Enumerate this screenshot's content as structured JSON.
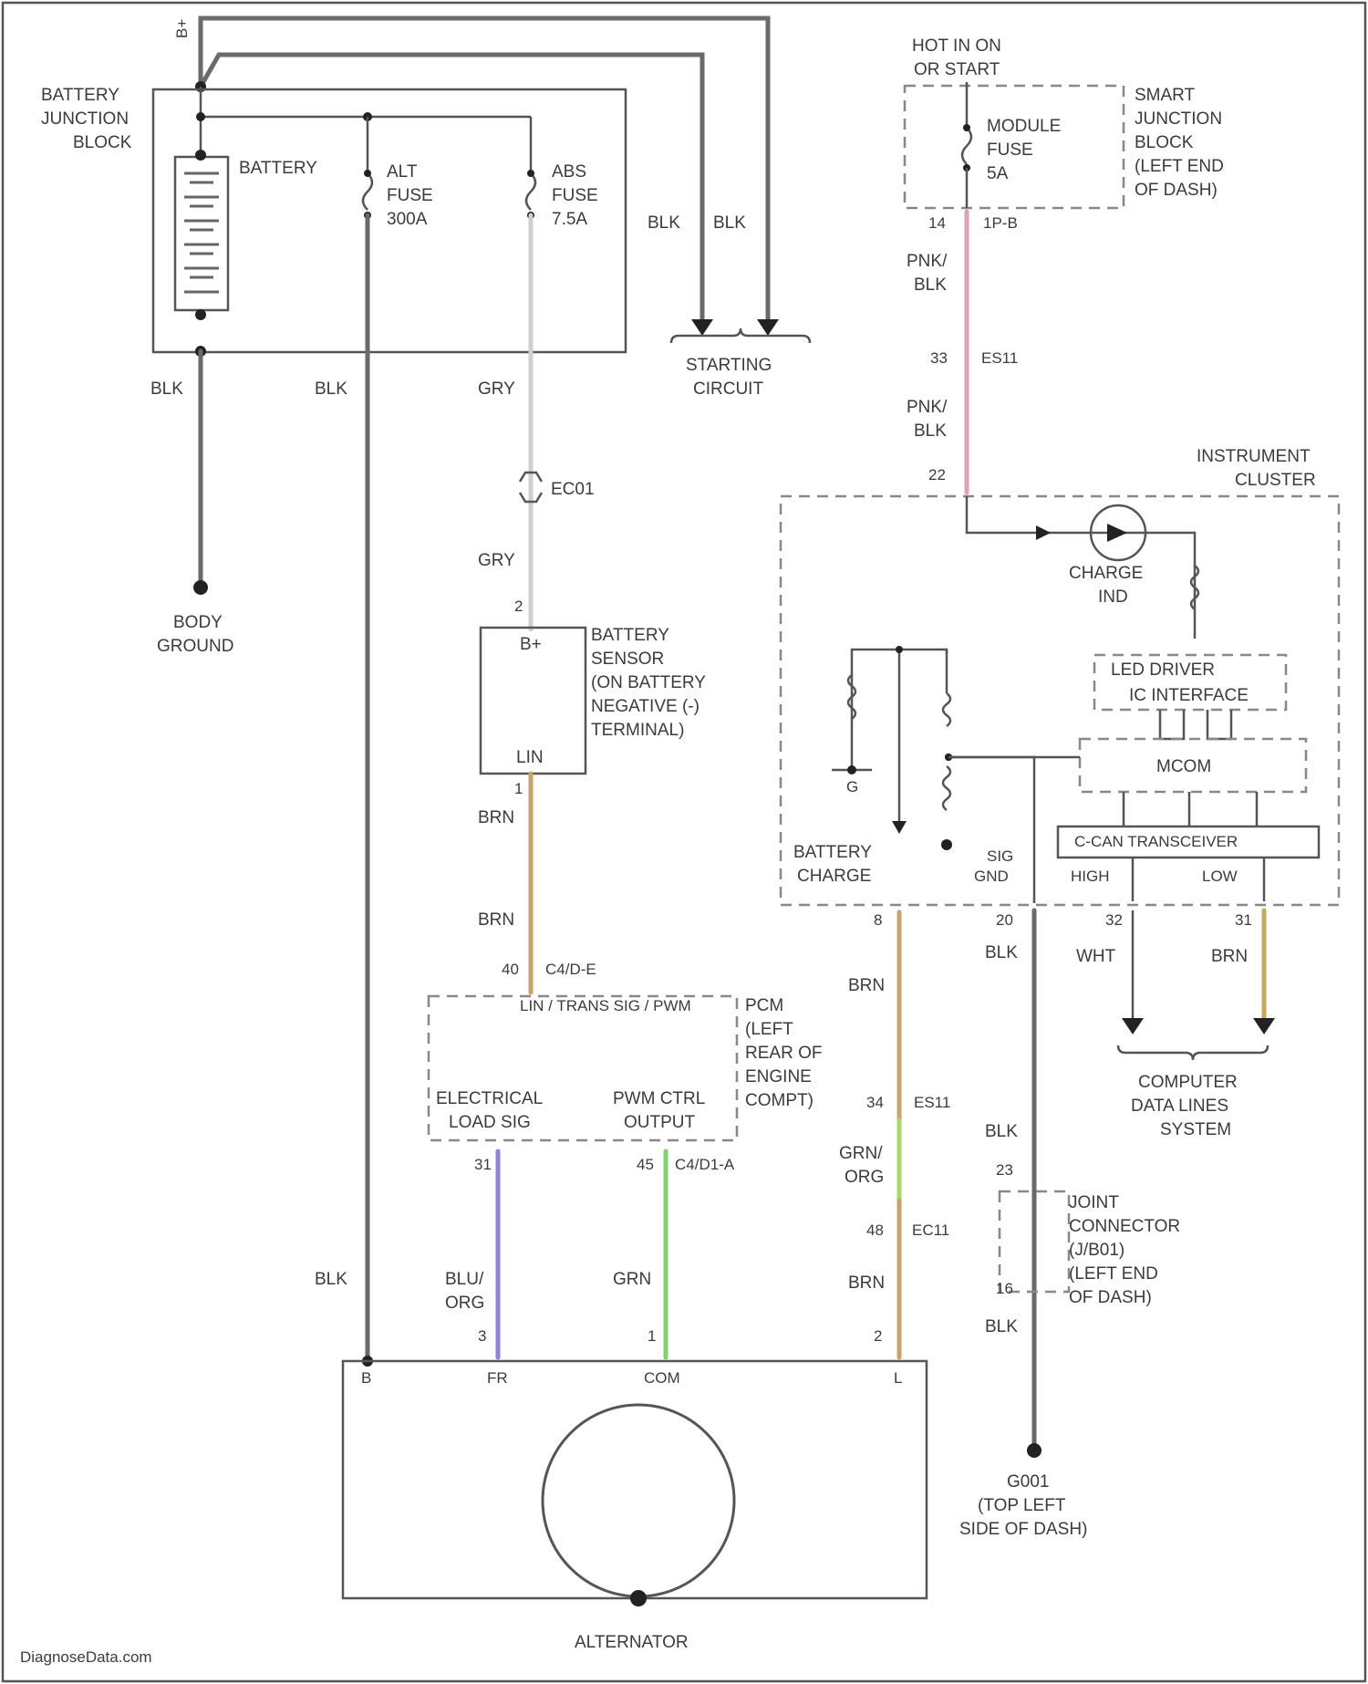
{
  "header": {
    "b_plus_top": "B+",
    "hot_in_on_line1": "HOT IN ON",
    "hot_in_on_line2": "OR START"
  },
  "battery_junction_block": {
    "line1": "BATTERY",
    "line2": "JUNCTION",
    "line3": "BLOCK",
    "battery_label": "BATTERY",
    "alt_fuse_1": "ALT",
    "alt_fuse_2": "FUSE",
    "alt_fuse_3": "300A",
    "abs_fuse_1": "ABS",
    "abs_fuse_2": "FUSE",
    "abs_fuse_3": "7.5A"
  },
  "starting": {
    "wire1": "BLK",
    "wire2": "BLK",
    "label1": "STARTING",
    "label2": "CIRCUIT"
  },
  "wire_colors": {
    "blk_battery_ground": "BLK",
    "blk_alt_feed_top": "BLK",
    "gry_top": "GRY",
    "gry_lower": "GRY",
    "brn_1": "BRN",
    "brn_2": "BRN",
    "blk_alt_feed_bottom": "BLK",
    "blu_org_1": "BLU/",
    "blu_org_2": "ORG",
    "grn_pwm": "GRN",
    "brn_charge_1": "BRN",
    "grn_org_1": "GRN/",
    "grn_org_2": "ORG",
    "brn_charge_2": "BRN",
    "pnk_blk_1a": "PNK/",
    "pnk_blk_1b": "BLK",
    "pnk_blk_2a": "PNK/",
    "pnk_blk_2b": "BLK",
    "blk_ground_1": "BLK",
    "blk_ground_2": "BLK",
    "blk_ground_3": "BLK",
    "wht_can": "WHT",
    "brn_can": "BRN"
  },
  "body_ground": {
    "line1": "BODY",
    "line2": "GROUND"
  },
  "battery_sensor": {
    "pin_top": "2",
    "bplus": "B+",
    "lin": "LIN",
    "pin_bottom": "1",
    "desc1": "BATTERY",
    "desc2": "SENSOR",
    "desc3": "(ON BATTERY",
    "desc4": "NEGATIVE (-)",
    "desc5": "TERMINAL)"
  },
  "connectors": {
    "ec01": "EC01",
    "c4_pin": "40",
    "c4_id": "C4/D-E",
    "c4_strip": "LIN / TRANS SIG / PWM",
    "c1_pin": "31",
    "c1a_pin": "45",
    "c1a_id": "C4/D1-A",
    "alt_pin3": "3",
    "alt_pin1": "1",
    "alt_pin2": "2",
    "es11_lower_pin": "34",
    "es11_lower_id": "ES11",
    "ec11_pin": "48",
    "ec11_id": "EC11",
    "jp_pin14": "14",
    "jp_id": "1P-B",
    "es11_upper_pin": "33",
    "es11_upper_id": "ES11",
    "ic_pin22": "22",
    "ic_pin8": "8",
    "ic_pin20": "20",
    "ic_pin32": "32",
    "ic_pin31": "31",
    "j_pin23": "23",
    "j_pin16": "16"
  },
  "pcm": {
    "line1": "PCM",
    "line2": "(LEFT",
    "line3": "REAR OF",
    "line4": "ENGINE",
    "line5": "COMPT)",
    "elec_load_1": "ELECTRICAL",
    "elec_load_2": "LOAD SIG",
    "pwm_1": "PWM CTRL",
    "pwm_2": "OUTPUT"
  },
  "alternator": {
    "pin_b": "B",
    "pin_fr": "FR",
    "pin_com": "COM",
    "pin_l": "L",
    "label": "ALTERNATOR"
  },
  "smart_junction": {
    "module1": "MODULE",
    "module2": "FUSE",
    "module3": "5A",
    "desc1": "SMART",
    "desc2": "JUNCTION",
    "desc3": "BLOCK",
    "desc4": "(LEFT END",
    "desc5": "OF DASH)"
  },
  "instrument_cluster": {
    "line1": "INSTRUMENT",
    "line2": "CLUSTER",
    "charge_ind_1": "CHARGE",
    "charge_ind_2": "IND",
    "led_driver": "LED DRIVER",
    "ic_interface": "IC INTERFACE",
    "mcom": "MCOM",
    "transceiver": "C-CAN TRANSCEIVER",
    "high": "HIGH",
    "low": "LOW",
    "sig_gnd_1": "SIG",
    "sig_gnd_2": "GND",
    "batt_charge_1": "BATTERY",
    "batt_charge_2": "CHARGE",
    "ground_mark": "G"
  },
  "computer_data": {
    "line1": "COMPUTER",
    "line2": "DATA LINES",
    "line3": "SYSTEM"
  },
  "joint_connector": {
    "line1": "JOINT",
    "line2": "CONNECTOR",
    "line3": "(J/B01)",
    "line4": "(LEFT END",
    "line5": "OF DASH)"
  },
  "ground_g": {
    "line1": "G001",
    "line2": "(TOP LEFT",
    "line3": "SIDE OF DASH)"
  },
  "footer": {
    "watermark": "DiagnoseData.com"
  },
  "wire_palette": {
    "black": "#6a6a6a",
    "gray": "#cfcfcf",
    "brown": "#c9a46a",
    "blue_org": "#8a82e0",
    "green": "#7ed36a",
    "green_org": "#a8d86a",
    "pink": "#e6a0b0",
    "brown_can": "#c8a85a"
  }
}
